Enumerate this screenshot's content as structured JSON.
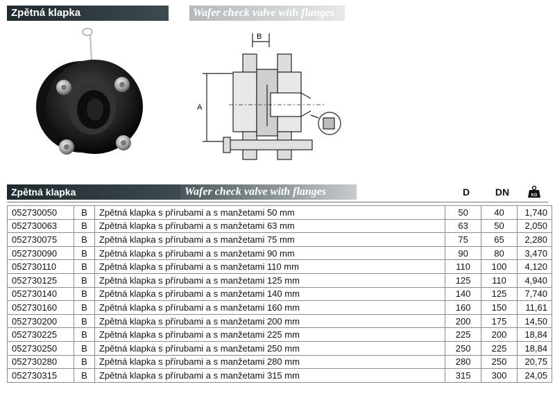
{
  "header": {
    "title_cz": "Zpětná klapka",
    "title_en": "Wafer check valve with flanges"
  },
  "drawing": {
    "label_a": "A",
    "label_b": "B"
  },
  "table": {
    "section_title_cz": "Zpětná klapka",
    "section_title_en": "Wafer check valve with flanges",
    "columns": {
      "d": "D",
      "dn": "DN",
      "weight_icon": "kg-weight-icon",
      "weight_icon_text": "KG"
    },
    "rows": [
      {
        "code": "052730050",
        "group": "B",
        "description": "Zpětná klapka s přírubami a s manžetami 50 mm",
        "d": "50",
        "dn": "40",
        "kg": "1,740"
      },
      {
        "code": "052730063",
        "group": "B",
        "description": "Zpětná klapka s přírubami a s manžetami 63 mm",
        "d": "63",
        "dn": "50",
        "kg": "2,050"
      },
      {
        "code": "052730075",
        "group": "B",
        "description": "Zpětná klapka s přírubami a s manžetami 75 mm",
        "d": "75",
        "dn": "65",
        "kg": "2,280"
      },
      {
        "code": "052730090",
        "group": "B",
        "description": "Zpětná klapka s přírubami a s manžetami 90 mm",
        "d": "90",
        "dn": "80",
        "kg": "3,470"
      },
      {
        "code": "052730110",
        "group": "B",
        "description": "Zpětná klapka s přírubami a s manžetami 110 mm",
        "d": "110",
        "dn": "100",
        "kg": "4,120"
      },
      {
        "code": "052730125",
        "group": "B",
        "description": "Zpětná klapka s přírubami a s manžetami 125 mm",
        "d": "125",
        "dn": "110",
        "kg": "4,940"
      },
      {
        "code": "052730140",
        "group": "B",
        "description": "Zpětná klapka s přírubami a s manžetami 140 mm",
        "d": "140",
        "dn": "125",
        "kg": "7,740"
      },
      {
        "code": "052730160",
        "group": "B",
        "description": "Zpětná klapka s přírubami a s manžetami 160 mm",
        "d": "160",
        "dn": "150",
        "kg": "11,61"
      },
      {
        "code": "052730200",
        "group": "B",
        "description": "Zpětná klapka s přírubami a s manžetami 200 mm",
        "d": "200",
        "dn": "175",
        "kg": "14,50"
      },
      {
        "code": "052730225",
        "group": "B",
        "description": "Zpětná klapka s přírubami a s manžetami 225 mm",
        "d": "225",
        "dn": "200",
        "kg": "18,84"
      },
      {
        "code": "052730250",
        "group": "B",
        "description": "Zpětná klapka s přírubami a s manžetami 250 mm",
        "d": "250",
        "dn": "225",
        "kg": "18,84"
      },
      {
        "code": "052730280",
        "group": "B",
        "description": "Zpětná klapka s přírubami a s manžetami 280 mm",
        "d": "280",
        "dn": "250",
        "kg": "20,75"
      },
      {
        "code": "052730315",
        "group": "B",
        "description": "Zpětná klapka s přírubami a s manžetami 315 mm",
        "d": "315",
        "dn": "300",
        "kg": "24,05"
      }
    ]
  }
}
